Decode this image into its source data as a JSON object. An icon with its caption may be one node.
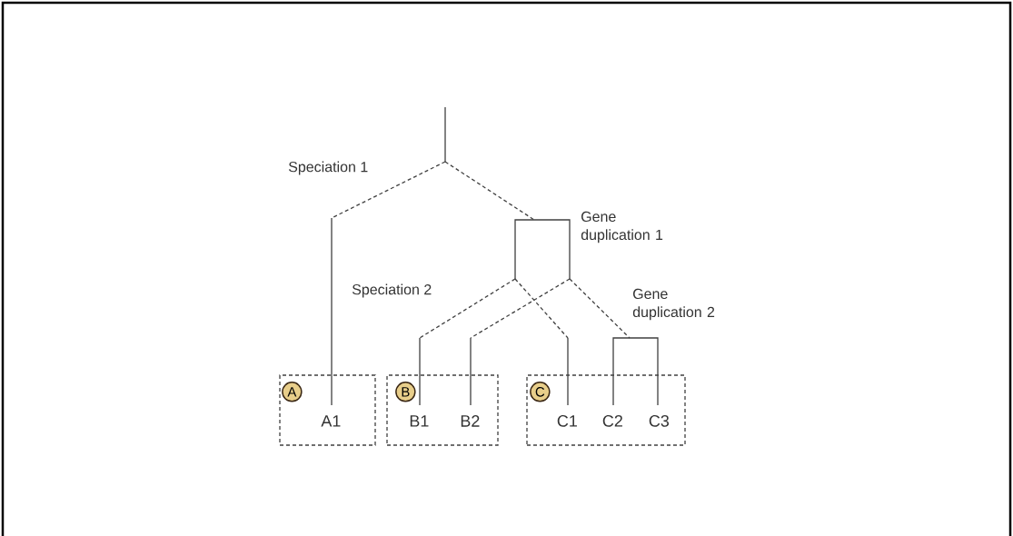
{
  "diagram": {
    "nodes": [
      {
        "text": [],
        "shape": "box"
      },
      {
        "text": [
          "A"
        ],
        "in": 0
      },
      {
        "text": [
          "A1"
        ],
        "in": 0
      },
      {
        "text": [],
        "shape": "box"
      },
      {
        "text": [
          "B"
        ],
        "in": 3
      },
      {
        "text": [
          "B1"
        ],
        "in": 3
      },
      {
        "text": [
          "B2"
        ],
        "in": 3
      },
      {
        "text": [],
        "shape": "box"
      },
      {
        "text": [
          "C"
        ],
        "in": 7
      },
      {
        "text": [
          "C1"
        ],
        "in": 7
      },
      {
        "text": [
          "C2"
        ],
        "in": 7
      },
      {
        "text": [
          "C3"
        ],
        "in": 7
      }
    ],
    "labels": [
      "Speciation 1",
      "Gene duplication 1",
      "Speciation 2",
      "Gene duplication 2"
    ]
  }
}
